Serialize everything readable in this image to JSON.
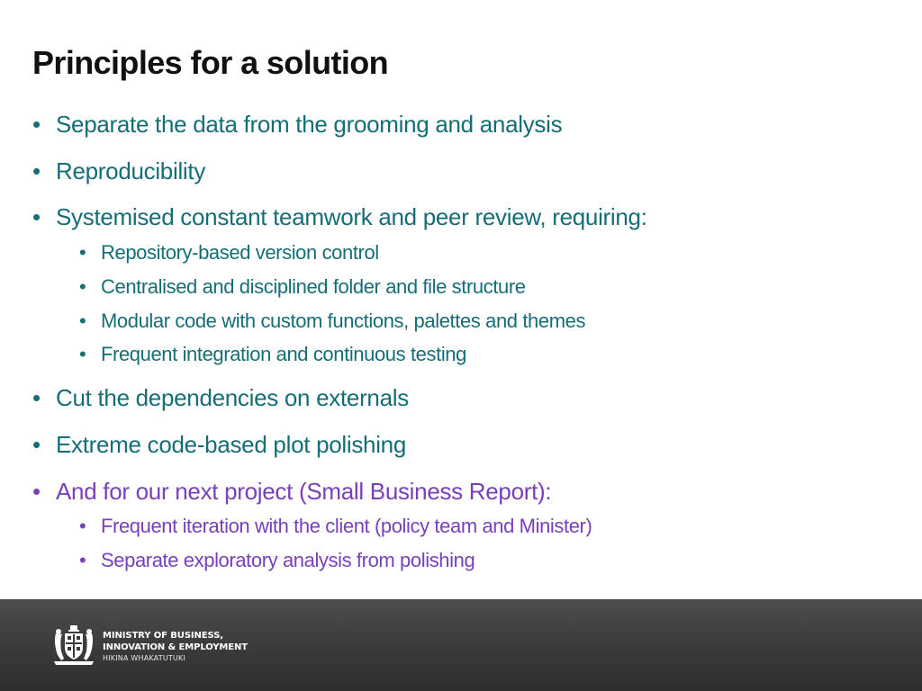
{
  "slide": {
    "title": "Principles for a solution"
  },
  "bullets": [
    {
      "text": "Separate the data from the grooming and analysis"
    },
    {
      "text": "Reproducibility"
    },
    {
      "text": "Systemised constant teamwork and peer review, requiring:"
    },
    {
      "text": "Repository-based version control"
    },
    {
      "text": "Centralised and disciplined folder and file structure"
    },
    {
      "text": "Modular code with custom functions, palettes and themes"
    },
    {
      "text": "Frequent integration and continuous testing"
    },
    {
      "text": "Cut the dependencies on externals"
    },
    {
      "text": "Extreme code-based plot polishing"
    },
    {
      "text": "And for our next project (Small Business Report):"
    },
    {
      "text": "Frequent iteration with the client (policy team and Minister)"
    },
    {
      "text": "Separate exploratory analysis from polishing"
    }
  ],
  "bullet_glyph": "•",
  "colors": {
    "title": "#111111",
    "teal_text": "#156d76",
    "purple_text": "#7841b9",
    "footer_bg": "#3a3a3a"
  },
  "footer": {
    "logo_icon": "coat-of-arms-icon",
    "org_line1": "MINISTRY OF BUSINESS,",
    "org_line2": "INNOVATION & EMPLOYMENT",
    "org_subtitle": "HIKINA WHAKATUTUKI"
  }
}
